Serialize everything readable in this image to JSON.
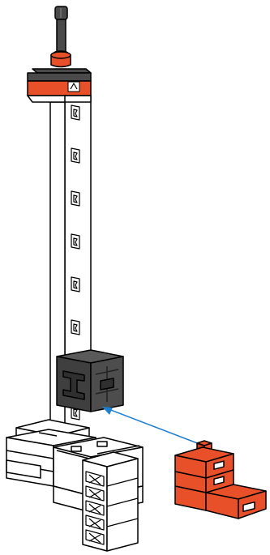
{
  "colors": {
    "brick_red": "#e8502a",
    "brick_red_dark": "#c63a18",
    "dark_grey": "#4a4a4a",
    "darker_grey": "#2f2f2f",
    "outline": "#000000",
    "white": "#ffffff",
    "arrow_blue": "#1f7fcf"
  },
  "parts": [
    "axle-pin",
    "red-cap-block",
    "tall-white-column",
    "grey-connector-block",
    "white-base-assembly",
    "white-lattice-strut",
    "red-stepped-block",
    "assembly-arrow"
  ]
}
